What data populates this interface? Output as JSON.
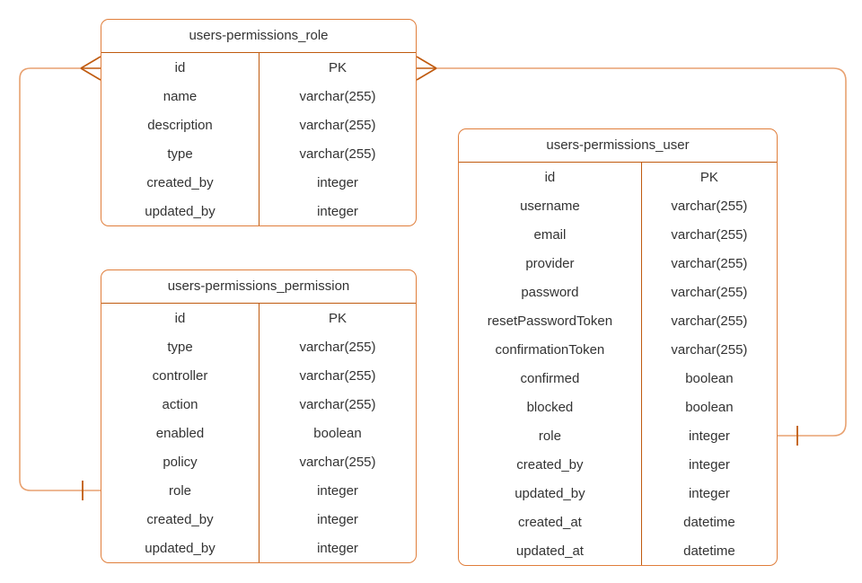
{
  "diagram": {
    "colors": {
      "entity_border": "#E07E3B",
      "internal_line": "#C05A0E",
      "connector_line": "#E8A170",
      "cardinality_marker": "#C05A0E",
      "text": "#333333",
      "background": "#FFFFFF"
    },
    "tables": [
      {
        "title": "users-permissions_role",
        "fields": [
          {
            "name": "id",
            "type": "PK"
          },
          {
            "name": "name",
            "type": "varchar(255)"
          },
          {
            "name": "description",
            "type": "varchar(255)"
          },
          {
            "name": "type",
            "type": "varchar(255)"
          },
          {
            "name": "created_by",
            "type": "integer"
          },
          {
            "name": "updated_by",
            "type": "integer"
          }
        ]
      },
      {
        "title": "users-permissions_permission",
        "fields": [
          {
            "name": "id",
            "type": "PK"
          },
          {
            "name": "type",
            "type": "varchar(255)"
          },
          {
            "name": "controller",
            "type": "varchar(255)"
          },
          {
            "name": "action",
            "type": "varchar(255)"
          },
          {
            "name": "enabled",
            "type": "boolean"
          },
          {
            "name": "policy",
            "type": "varchar(255)"
          },
          {
            "name": "role",
            "type": "integer"
          },
          {
            "name": "created_by",
            "type": "integer"
          },
          {
            "name": "updated_by",
            "type": "integer"
          }
        ]
      },
      {
        "title": "users-permissions_user",
        "fields": [
          {
            "name": "id",
            "type": "PK"
          },
          {
            "name": "username",
            "type": "varchar(255)"
          },
          {
            "name": "email",
            "type": "varchar(255)"
          },
          {
            "name": "provider",
            "type": "varchar(255)"
          },
          {
            "name": "password",
            "type": "varchar(255)"
          },
          {
            "name": "resetPasswordToken",
            "type": "varchar(255)"
          },
          {
            "name": "confirmationToken",
            "type": "varchar(255)"
          },
          {
            "name": "confirmed",
            "type": "boolean"
          },
          {
            "name": "blocked",
            "type": "boolean"
          },
          {
            "name": "role",
            "type": "integer"
          },
          {
            "name": "created_by",
            "type": "integer"
          },
          {
            "name": "updated_by",
            "type": "integer"
          },
          {
            "name": "created_at",
            "type": "datetime"
          },
          {
            "name": "updated_at",
            "type": "datetime"
          }
        ]
      }
    ],
    "relationships": [
      {
        "from": "users-permissions_role.id",
        "to": "users-permissions_permission.role",
        "from_cardinality": "many",
        "to_cardinality": "one"
      },
      {
        "from": "users-permissions_role.id",
        "to": "users-permissions_user.role",
        "from_cardinality": "many",
        "to_cardinality": "one"
      }
    ]
  }
}
